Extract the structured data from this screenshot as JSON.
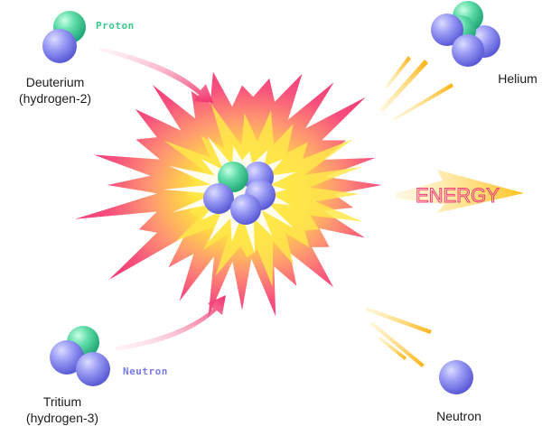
{
  "labels": {
    "deuterium": "Deuterium",
    "deuterium_sub": "(hydrogen-2)",
    "tritium": "Tritium",
    "tritium_sub": "(hydrogen-3)",
    "helium": "Helium",
    "neutron_out": "Neutron",
    "proton_tag": "Proton",
    "neutron_tag": "Neutron",
    "energy": "ENERGY"
  },
  "colors": {
    "proton": "#4fd69c",
    "neutron": "#8b8cf0",
    "explosion_outer": "#f5407a",
    "explosion_mid": "#ff8a8a",
    "explosion_inner": "#ffe040",
    "arrow_pink": "#f0306a",
    "energy_text": "#f03c7a",
    "energy_arrow": "#ffd23a",
    "ray_yellow": "#ffb820",
    "label_text": "#1c1c1c"
  }
}
